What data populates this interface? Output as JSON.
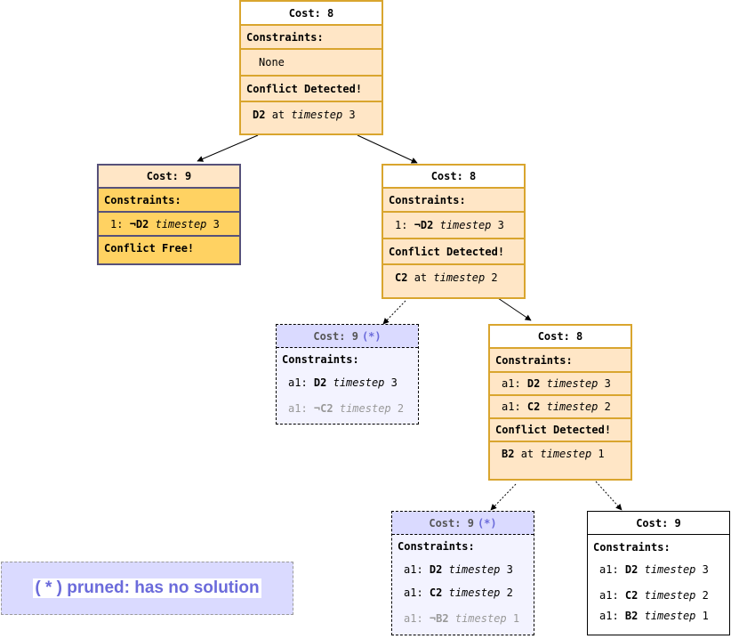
{
  "nodes": {
    "root": {
      "cost": "Cost: 8",
      "constraints_label": "Constraints:",
      "constraint": "None",
      "conflict_label": "Conflict Detected!",
      "conflict": {
        "agent": "D2",
        "at": "at",
        "ts": "timestep",
        "num": "3"
      }
    },
    "left": {
      "cost": "Cost: 9",
      "constraints_label": "Constraints:",
      "constraint": {
        "prefix": "1:",
        "neg": "¬D2",
        "ts": "timestep",
        "num": "3"
      },
      "status": "Conflict Free!"
    },
    "mid": {
      "cost": "Cost: 8",
      "constraints_label": "Constraints:",
      "constraint": {
        "prefix": "1:",
        "neg": "¬D2",
        "ts": "timestep",
        "num": "3"
      },
      "conflict_label": "Conflict Detected!",
      "conflict": {
        "agent": "C2",
        "at": "at",
        "ts": "timestep",
        "num": "2"
      }
    },
    "pruned1": {
      "cost": "Cost: 9",
      "mark": "(*)",
      "constraints_label": "Constraints:",
      "constraints": [
        {
          "prefix": "a1:",
          "agent": "D2",
          "ts": "timestep",
          "num": "3"
        },
        {
          "prefix": "a1:",
          "agent": "¬C2",
          "ts": "timestep",
          "num": "2"
        }
      ]
    },
    "right": {
      "cost": "Cost: 8",
      "constraints_label": "Constraints:",
      "constraints": [
        {
          "prefix": "a1:",
          "agent": "D2",
          "ts": "timestep",
          "num": "3"
        },
        {
          "prefix": "a1:",
          "agent": "C2",
          "ts": "timestep",
          "num": "2"
        }
      ],
      "conflict_label": "Conflict Detected!",
      "conflict": {
        "agent": "B2",
        "at": "at",
        "ts": "timestep",
        "num": "1"
      }
    },
    "pruned2": {
      "cost": "Cost: 9",
      "mark": "(*)",
      "constraints_label": "Constraints:",
      "constraints": [
        {
          "prefix": "a1:",
          "agent": "D2",
          "ts": "timestep",
          "num": "3"
        },
        {
          "prefix": "a1:",
          "agent": "C2",
          "ts": "timestep",
          "num": "2"
        },
        {
          "prefix": "a1:",
          "agent": "¬B2",
          "ts": "timestep",
          "num": "1"
        }
      ]
    },
    "solution": {
      "cost": "Cost: 9",
      "constraints_label": "Constraints:",
      "constraints": [
        {
          "prefix": "a1:",
          "agent": "D2",
          "ts": "timestep",
          "num": "3"
        },
        {
          "prefix": "a1:",
          "agent": "C2",
          "ts": "timestep",
          "num": "2"
        },
        {
          "prefix": "a1:",
          "agent": "B2",
          "ts": "timestep",
          "num": "1"
        }
      ]
    }
  },
  "legend": {
    "text": "( * ) pruned: has no solution"
  },
  "colors": {
    "orange_border": "#d9a52e",
    "orange_fill": "#ffe6c6",
    "yellow_fill": "#ffd262",
    "pruned_header": "#dadaff",
    "mark": "#6b6bdb"
  }
}
